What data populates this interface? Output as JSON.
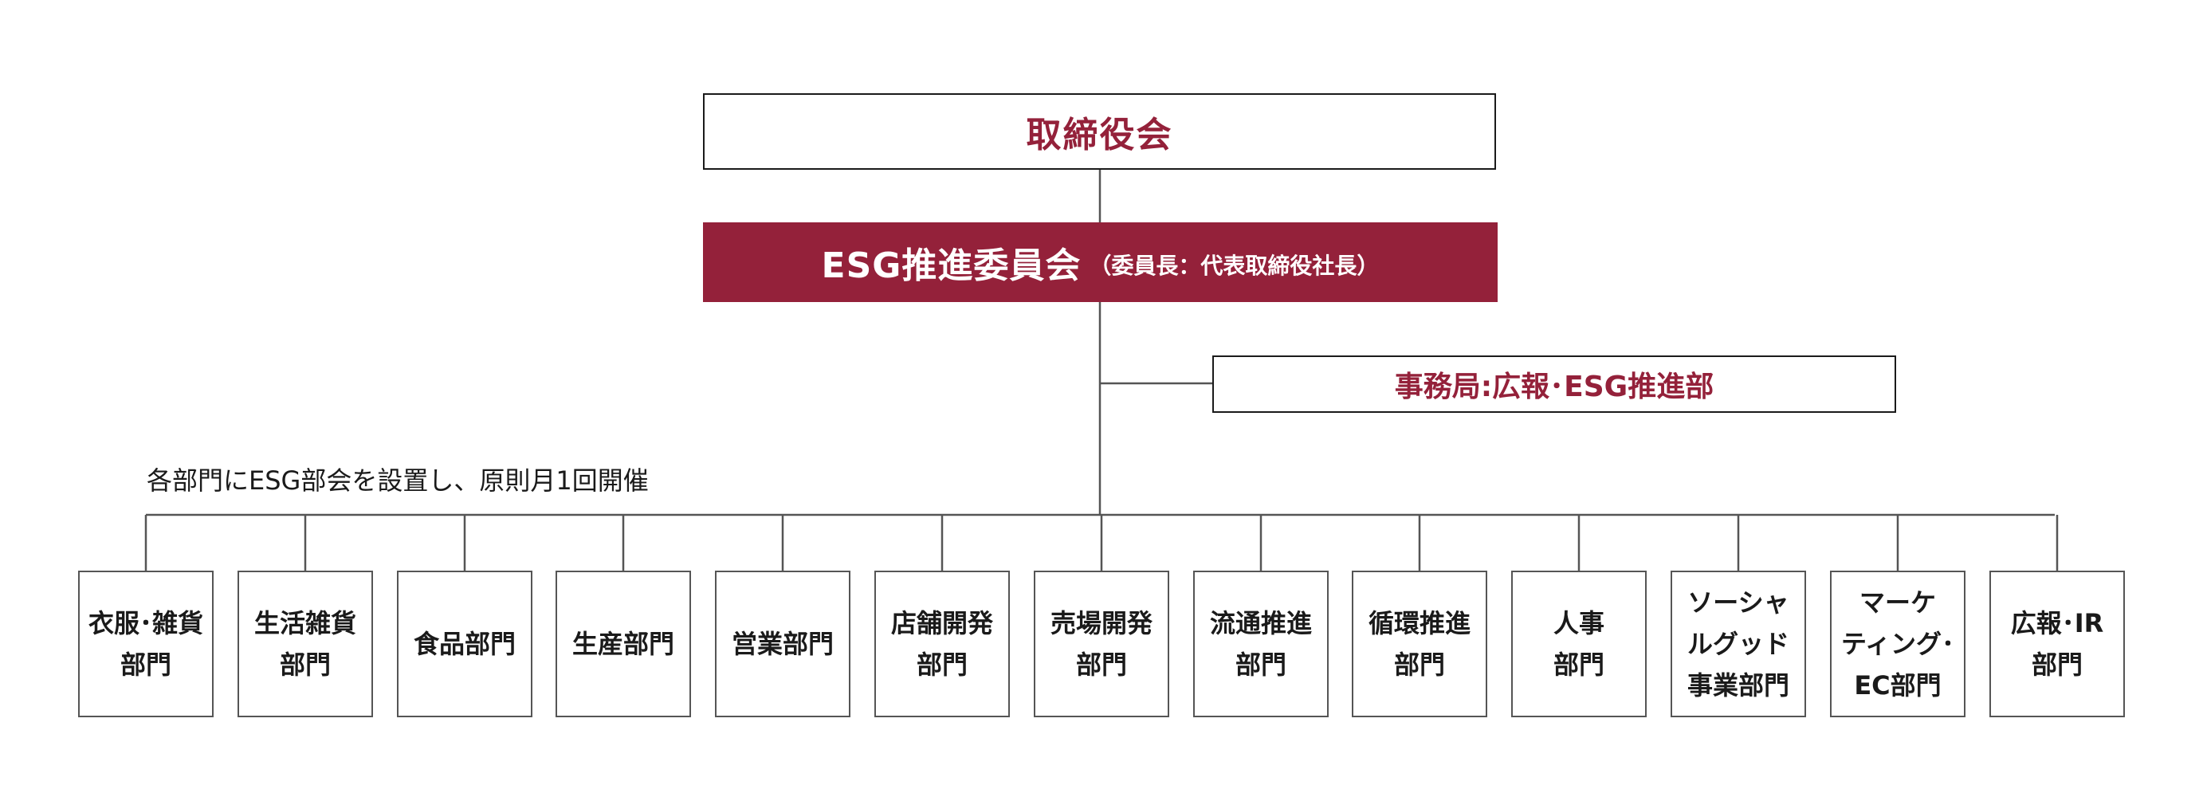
{
  "board": {
    "label": "取締役会"
  },
  "committee": {
    "label": "ESG推進委員会",
    "sub": "（委員長：代表取締役社長）"
  },
  "secretariat": {
    "label": "事務局:広報･ESG推進部"
  },
  "note": "各部門にESG部会を設置し、原則月1回開催",
  "departments": [
    {
      "label": "衣服･雑貨\n部門"
    },
    {
      "label": "生活雑貨\n部門"
    },
    {
      "label": "食品部門"
    },
    {
      "label": "生産部門"
    },
    {
      "label": "営業部門"
    },
    {
      "label": "店舗開発\n部門"
    },
    {
      "label": "売場開発\n部門"
    },
    {
      "label": "流通推進\n部門"
    },
    {
      "label": "循環推進\n部門"
    },
    {
      "label": "人事\n部門"
    },
    {
      "label": "ソーシャ\nルグッド\n事業部門"
    },
    {
      "label": "マーケ\nティング･\nEC部門"
    },
    {
      "label": "広報･IR\n部門"
    }
  ],
  "colors": {
    "accent": "#94213a",
    "line": "#555555",
    "text": "#1a1a1a"
  }
}
